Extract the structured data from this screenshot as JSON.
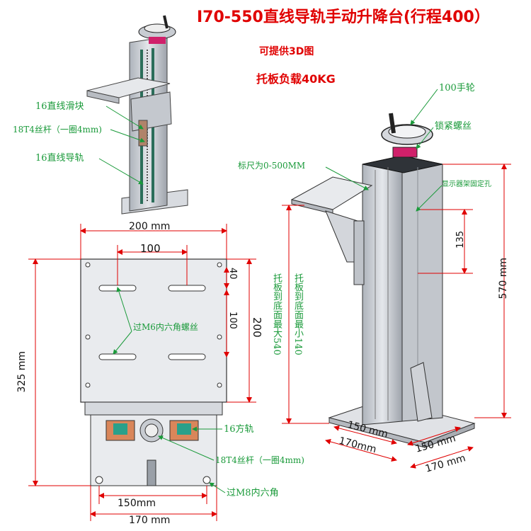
{
  "header": {
    "title": "I70-550直线导轨手动升降台(行程400）",
    "note_3d": "可提供3D图",
    "load": "托板负载40KG"
  },
  "callouts_top_left": {
    "slider": "16直线滑块",
    "screw": "18T4丝杆（一圈4mm)",
    "rail": "16直线导轨"
  },
  "callouts_right": {
    "handwheel": "100手轮",
    "lock_screw": "锁紧螺丝",
    "scale": "标尺为0-500MM",
    "display_hole": "显示器架固定孔",
    "max_height": "托板到底面最大540",
    "min_height": "托板到底面最小140"
  },
  "dimensions": {
    "plate_width": "200 mm",
    "slot_spacing": "100",
    "slot_gap_40": "40",
    "slot_gap_100": "100",
    "plate_depth": "200",
    "total_height": "325 mm",
    "base_inner": "150mm",
    "base_outer": "170 mm",
    "hole_spacing": "135",
    "column_height": "570 mm",
    "iso_base_150_a": "150 mm",
    "iso_base_170_a": "170mm",
    "iso_base_150_b": "150 mm",
    "iso_base_170_b": "170 mm"
  },
  "callouts_front": {
    "m6_screw": "过M6内六角螺丝",
    "square_rail": "16方轨",
    "screw": "18T4丝杆（一圈4mm)",
    "m8": "过M8内六角"
  },
  "colors": {
    "title": "#e00000",
    "dimension_red": "#e00000",
    "callout_green": "#1a9a3a",
    "body_gray": "#c9cdd3",
    "handwheel_pink": "#d0206a"
  }
}
